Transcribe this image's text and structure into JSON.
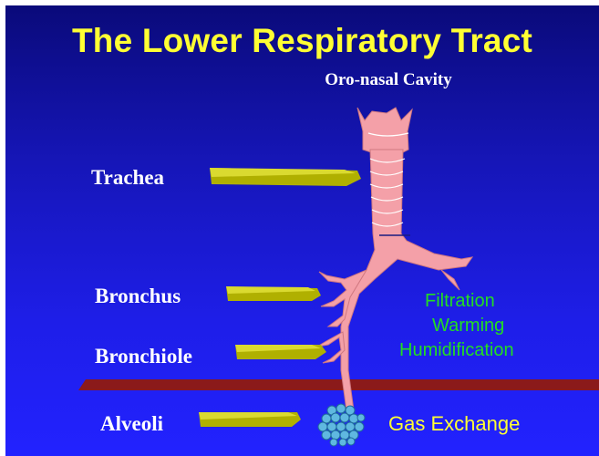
{
  "title": "The Lower Respiratory Tract",
  "subtitle": "Oro-nasal Cavity",
  "labels": {
    "trachea": "Trachea",
    "bronchus": "Bronchus",
    "bronchiole": "Bronchiole",
    "alveoli": "Alveoli"
  },
  "functions": {
    "line1": "Filtration",
    "line2": "Warming",
    "line3": "Humidification",
    "gas_exchange": "Gas Exchange"
  },
  "colors": {
    "title": "#ffff33",
    "functions": "#22dd22",
    "tissue": "#f4a0a8",
    "arrow": "#c8c800",
    "band": "#8b1a1a",
    "alveoli": "#5fb8e0"
  }
}
